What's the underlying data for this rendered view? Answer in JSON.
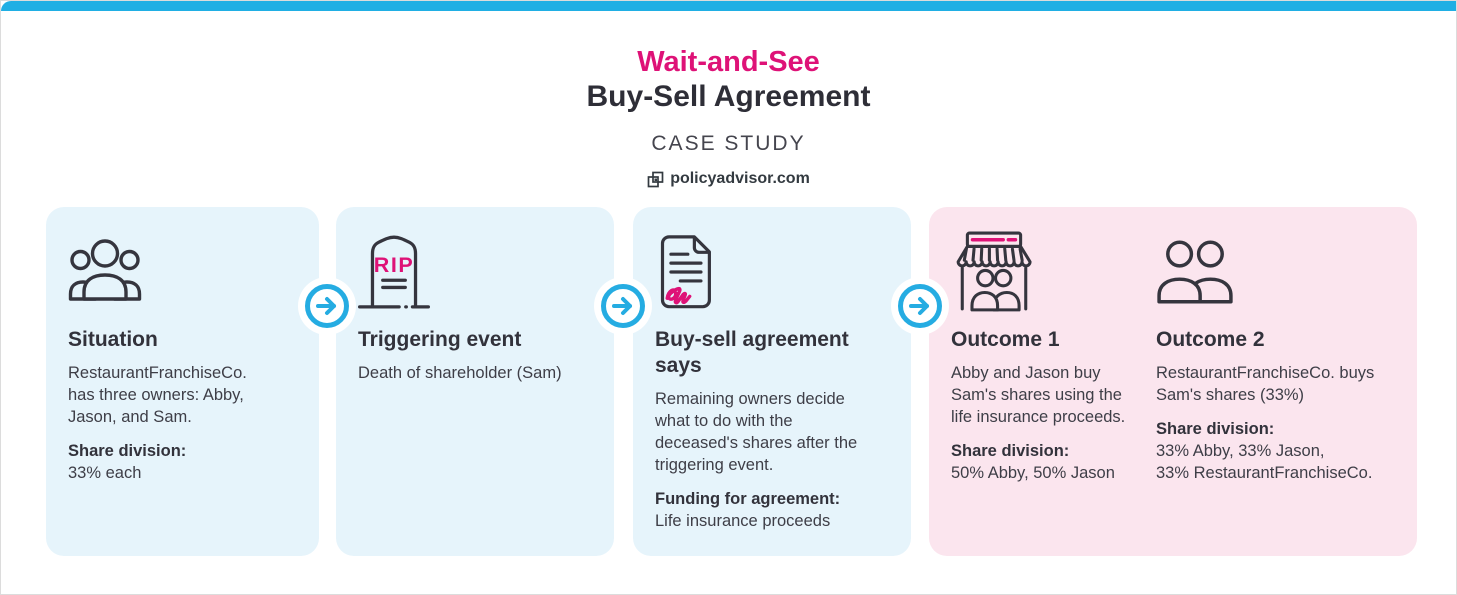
{
  "colors": {
    "accent_cyan": "#25ACE2",
    "accent_pink": "#DE1277",
    "card_blue_bg": "#E6F4FB",
    "card_pink_bg": "#FBE5EE",
    "text_dark": "#32323B"
  },
  "header": {
    "title_accent": "Wait-and-See",
    "title_main": "Buy-Sell Agreement",
    "subtitle": "CASE STUDY",
    "brand": "policyadvisor.com"
  },
  "steps": [
    {
      "icon": "people-group-icon",
      "heading": "Situation",
      "body": "RestaurantFranchiseCo.\nhas three owners: Abby,\nJason, and Sam.",
      "label": "Share division:",
      "label_value": "33% each"
    },
    {
      "icon": "tombstone-rip-icon",
      "heading": "Triggering event",
      "body": "Death of shareholder (Sam)",
      "label": "",
      "label_value": ""
    },
    {
      "icon": "signed-document-icon",
      "heading": "Buy-sell agreement\nsays",
      "body": "Remaining owners decide\nwhat to do with the\ndeceased's shares after the\ntriggering event.",
      "label": "Funding for agreement:",
      "label_value": "Life insurance proceeds"
    }
  ],
  "outcomes": [
    {
      "icon": "storefront-icon",
      "heading": "Outcome 1",
      "body": "Abby and Jason buy\nSam's shares using the\nlife insurance proceeds.",
      "label": "Share division:",
      "label_value": "50% Abby, 50% Jason"
    },
    {
      "icon": "two-people-icon",
      "heading": "Outcome 2",
      "body": "RestaurantFranchiseCo. buys\nSam's shares (33%)",
      "label": "Share division:",
      "label_value": "33% Abby, 33% Jason,\n33% RestaurantFranchiseCo."
    }
  ],
  "tombstone_text": "RIP"
}
